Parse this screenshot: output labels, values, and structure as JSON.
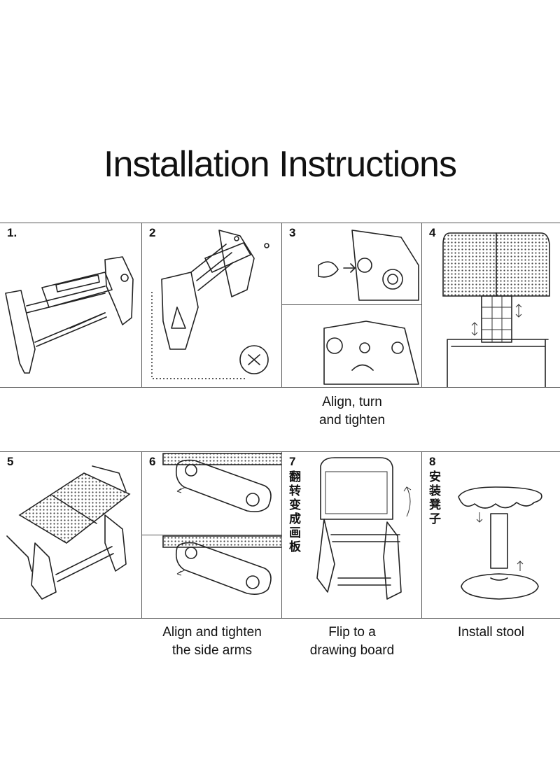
{
  "title": "Installation Instructions",
  "steps": [
    {
      "number": "1."
    },
    {
      "number": "2"
    },
    {
      "number": "3"
    },
    {
      "number": "4"
    },
    {
      "number": "5"
    },
    {
      "number": "6"
    },
    {
      "number": "7",
      "chinese": "翻转变成画板"
    },
    {
      "number": "8",
      "chinese": "安装凳子"
    }
  ],
  "captions": {
    "step3": [
      "Align, turn",
      "and tighten"
    ],
    "step6": [
      "Align and tighten",
      "the side arms"
    ],
    "step7": [
      "Flip to a",
      "drawing board"
    ],
    "step8": [
      "Install stool"
    ]
  }
}
